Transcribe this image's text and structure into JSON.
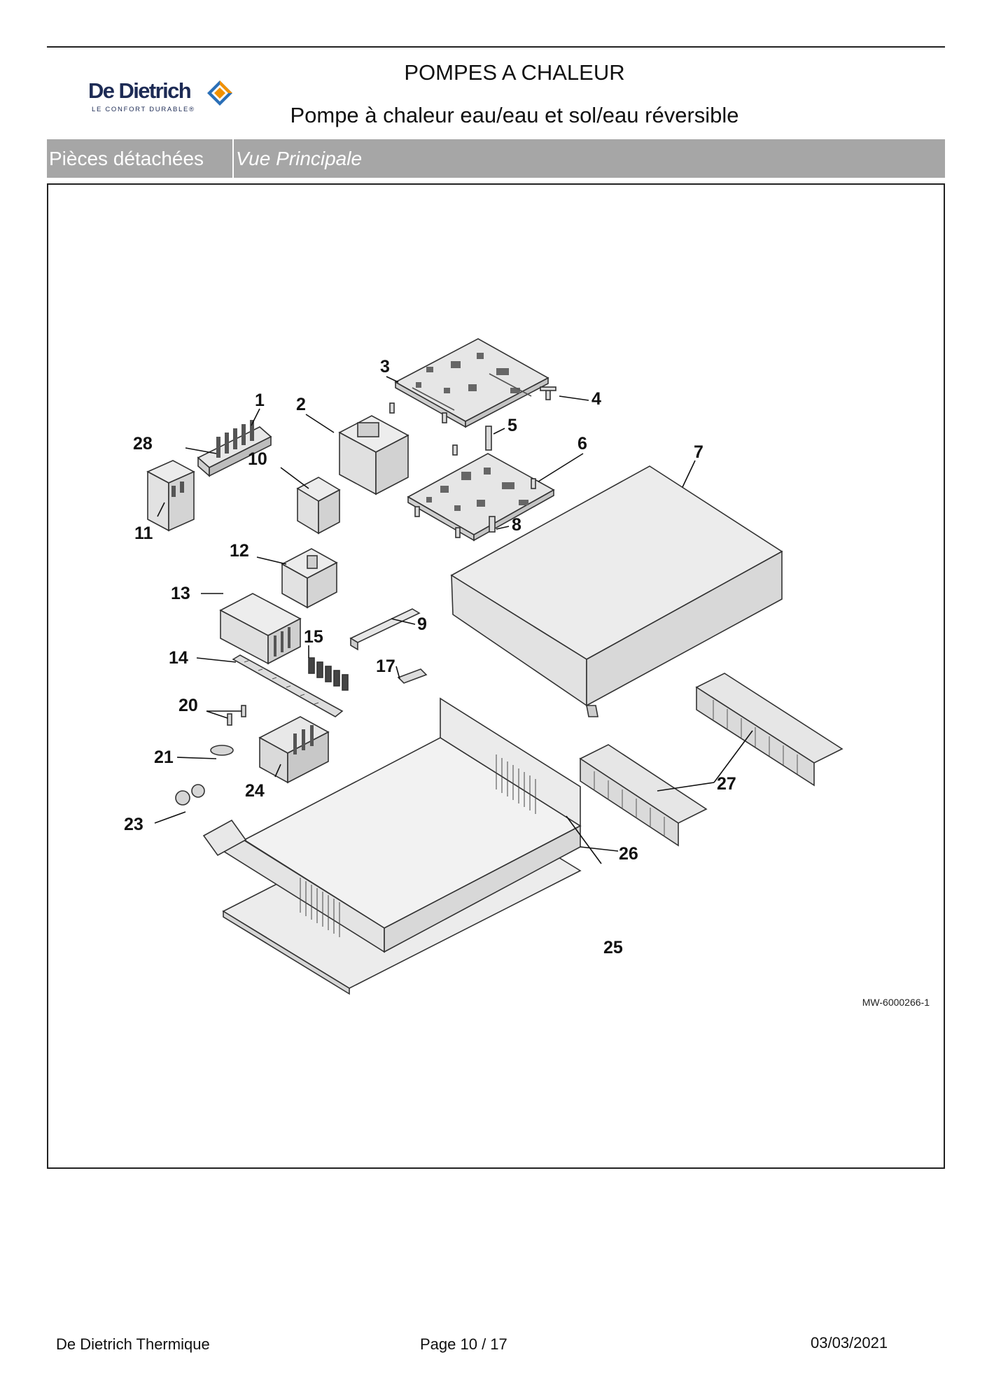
{
  "brand": {
    "name": "De Dietrich",
    "tagline": "LE CONFORT DURABLE®"
  },
  "header": {
    "title": "POMPES A CHALEUR",
    "subtitle": "Pompe à chaleur eau/eau et sol/eau réversible"
  },
  "section": {
    "label": "Pièces détachées",
    "view": "Vue Principale"
  },
  "diagram": {
    "reference": "MW-6000266-1",
    "callouts": [
      "1",
      "2",
      "3",
      "4",
      "5",
      "6",
      "7",
      "8",
      "9",
      "10",
      "11",
      "12",
      "13",
      "14",
      "15",
      "17",
      "20",
      "21",
      "23",
      "24",
      "25",
      "26",
      "27",
      "28"
    ]
  },
  "footer": {
    "company": "De Dietrich Thermique",
    "page": "Page 10  /  17",
    "date": "03/03/2021"
  },
  "colors": {
    "header_bar": "#a6a6a6",
    "logo_navy": "#1d2b55",
    "logo_orange": "#f29100",
    "logo_blue": "#2a6fb7"
  }
}
